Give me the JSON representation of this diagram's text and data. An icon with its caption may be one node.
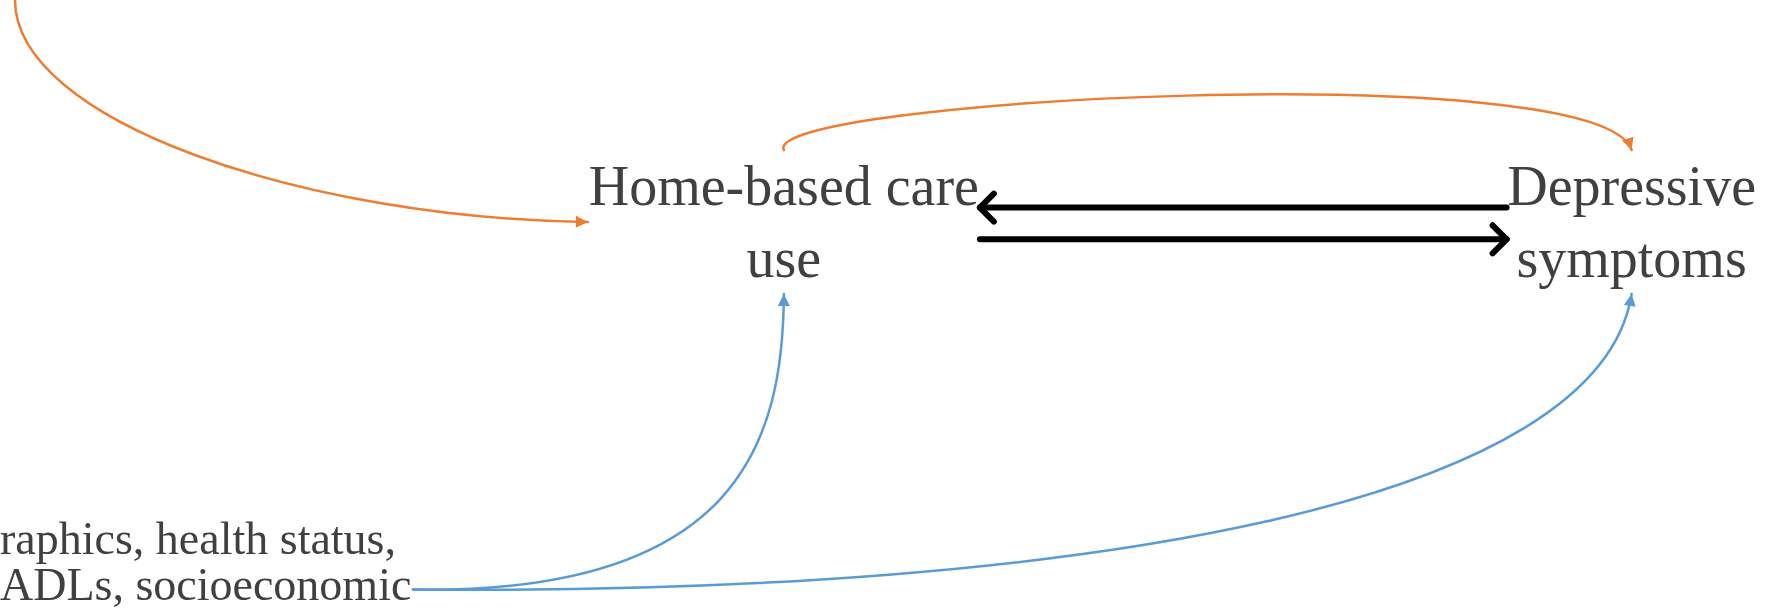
{
  "diagram": {
    "nodes": [
      {
        "text": [
          "Home-based care use"
        ]
      },
      {
        "text": [
          "Depressive symptoms"
        ]
      },
      {
        "text": [
          "raphics, health status, ADLs, socioeconomic"
        ]
      }
    ],
    "edges": [
      {
        "from": null,
        "to": 0,
        "arrow": "to",
        "color": "#ed7d31"
      },
      {
        "from": 0,
        "to": 1,
        "arrow": "to",
        "color": "#ed7d31"
      },
      {
        "from": 1,
        "to": 0,
        "arrow": "to",
        "style": "thick",
        "color": "#000000"
      },
      {
        "from": 0,
        "to": 1,
        "arrow": "to",
        "style": "thick",
        "color": "#000000"
      },
      {
        "from": 2,
        "to": 0,
        "arrow": "to",
        "color": "#5b9bd5"
      },
      {
        "from": 2,
        "to": 1,
        "arrow": "to",
        "color": "#5b9bd5"
      }
    ]
  }
}
